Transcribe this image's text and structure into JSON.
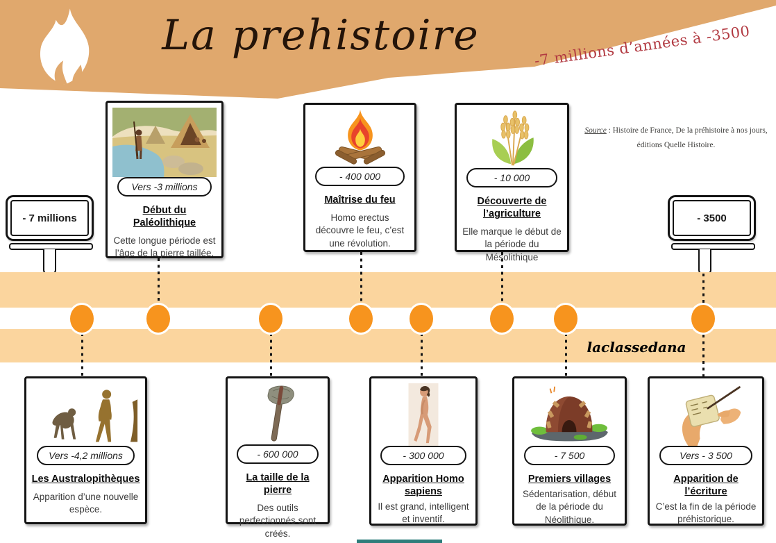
{
  "header": {
    "title": "La prehistoire",
    "period": "-7 millions d’années à -3500",
    "banner_color": "#E0A86D",
    "period_color": "#B23A42",
    "flame_icon": "flame-icon"
  },
  "source": {
    "label": "Source",
    "text": " : Histoire de France, De la préhistoire à nos jours, éditions Quelle Histoire."
  },
  "watermark": "laclassedana",
  "timeline": {
    "band_color": "#FBD59E",
    "stripe_color": "#FFFFFF",
    "dot_color": "#F7941E",
    "start_sign": "- 7 millions",
    "end_sign": "- 3500"
  },
  "events_top": [
    {
      "date": "Vers -3 millions",
      "title": "Début du Paléolithique",
      "description": "Cette longue période est l’âge de la pierre taillée.",
      "image": "cave-scene"
    },
    {
      "date": "- 400 000",
      "title": "Maîtrise du feu",
      "description": "Homo erectus découvre le feu, c’est une révolution.",
      "image": "campfire"
    },
    {
      "date": "- 10 000",
      "title": "Découverte de l’agriculture",
      "description": "Elle marque le début de la période du Mésolithique",
      "image": "wheat"
    }
  ],
  "events_bottom": [
    {
      "date": "Vers -4,2 millions",
      "title": "Les Australopithèques",
      "description": "Apparition d’une nouvelle espèce.",
      "image": "ape-evolution"
    },
    {
      "date": "- 600 000",
      "title": "La taille de la pierre",
      "description": "Des outils perfectionnés sont créés.",
      "image": "stone-axe"
    },
    {
      "date": "- 300 000",
      "title": "Apparition Homo sapiens",
      "description": "Il est grand, intelligent et inventif.",
      "image": "walking-man"
    },
    {
      "date": "- 7 500",
      "title": "Premiers villages",
      "description": "Sédentarisation, début de la période du Néolithique.",
      "image": "hut"
    },
    {
      "date": "Vers - 3 500",
      "title": "Apparition de l’écriture",
      "description": "C’est la fin de la période préhistorique.",
      "image": "writing-hands"
    }
  ]
}
